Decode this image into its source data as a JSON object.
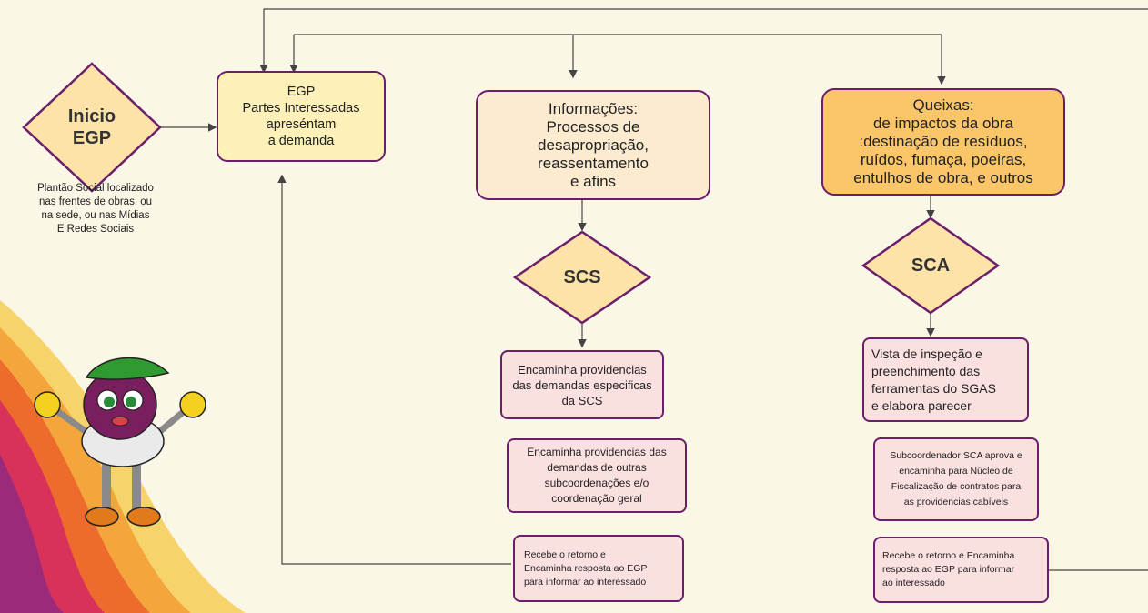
{
  "colors": {
    "stroke": "#6b1f6b",
    "diamond_fill": "#fde3a7",
    "background": "#fbf7e6"
  },
  "start": {
    "label": "Inicio\nEGP",
    "caption": "Plantão Social localizado\nnas frentes de obras, ou\nna sede, ou nas Mídias\nE Redes Sociais"
  },
  "egp_box": {
    "text": "EGP\nPartes Interessadas\napreséntam\na demanda"
  },
  "informacoes": {
    "text": "Informações:\nProcessos de\ndesapropriação,\nreassentamento\ne afins"
  },
  "queixas": {
    "text": "Queixas:\nde impactos da obra\n:destinação de resíduos,\nruídos, fumaça, poeiras,\nentulhos de obra, e outros"
  },
  "scs": {
    "label": "SCS"
  },
  "sca": {
    "label": "SCA"
  },
  "scs_steps": [
    {
      "text": "Encaminha providencias\ndas demandas especificas\nda SCS"
    },
    {
      "text": "Encaminha providencias das\ndemandas de outras\nsubcoordenações e/o\ncoordenação geral"
    },
    {
      "text": "Recebe o retorno e\nEncaminha resposta ao EGP\npara informar ao interessado"
    }
  ],
  "sca_steps": [
    {
      "text": "Vista de inspeção e\npreenchimento das\nferramentas do SGAS\ne elabora parecer"
    },
    {
      "text": "Subcoordenador SCA aprova e\nencaminha para Núcleo de\nFiscalização de contratos para\nas providencias cabíveis"
    },
    {
      "text": "Recebe o retorno e Encaminha\nresposta ao EGP para informar\nao interessado"
    }
  ],
  "mascot": {
    "icon": "mascot-illustration"
  }
}
